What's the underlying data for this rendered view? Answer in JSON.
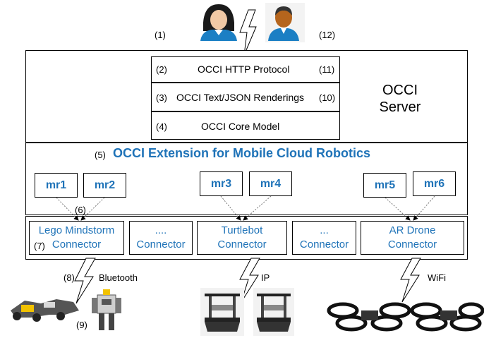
{
  "markers": {
    "n1": "(1)",
    "n12": "(12)",
    "n2": "(2)",
    "n11": "(11)",
    "n3": "(3)",
    "n10": "(10)",
    "n4": "(4)",
    "n5": "(5)",
    "n6": "(6)",
    "n7": "(7)",
    "n8": "(8)",
    "n9": "(9)"
  },
  "server": {
    "title_line1": "OCCI",
    "title_line2": "Server"
  },
  "layers": {
    "http": "OCCI HTTP Protocol",
    "renderings": "OCCI Text/JSON Renderings",
    "core": "OCCI Core Model"
  },
  "extension": {
    "title": "OCCI Extension for Mobile Cloud Robotics"
  },
  "resources": [
    "mr1",
    "mr2",
    "mr3",
    "mr4",
    "mr5",
    "mr6"
  ],
  "connectors": [
    {
      "line1": "Lego Mindstorm",
      "line2": "Connector"
    },
    {
      "line1": "....",
      "line2": "Connector"
    },
    {
      "line1": "Turtlebot",
      "line2": "Connector"
    },
    {
      "line1": "...",
      "line2": "Connector"
    },
    {
      "line1": "AR Drone",
      "line2": "Connector"
    }
  ],
  "links": {
    "bluetooth": "Bluetooth",
    "ip": "IP",
    "wifi": "WiFi"
  },
  "colors": {
    "accent": "#1f73b8",
    "female_user_hair": "#1a1a1a",
    "user_shirt": "#1b7fc4",
    "male_skin": "#b5651d"
  }
}
